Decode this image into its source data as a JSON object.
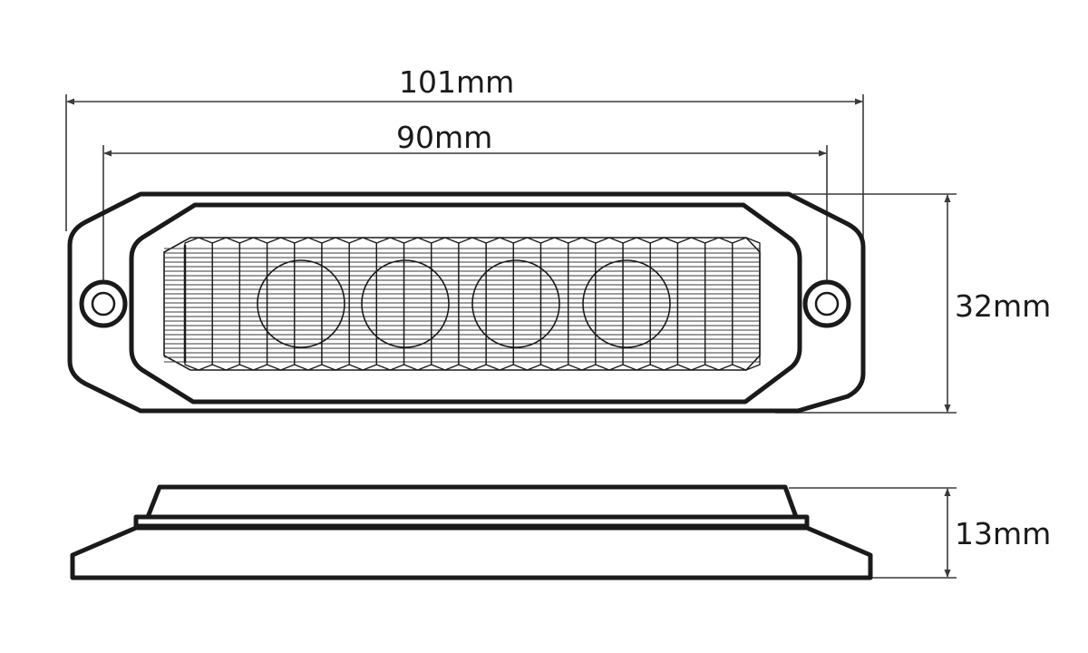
{
  "dimensions": {
    "overall_width": "101mm",
    "hole_spacing": "90mm",
    "height": "32mm",
    "depth": "13mm"
  },
  "lens": {
    "led_count": 4,
    "rib_count": 21
  },
  "colors": {
    "line": "#1a1a1a",
    "fine_line": "#3a3a3a",
    "background": "#ffffff"
  }
}
